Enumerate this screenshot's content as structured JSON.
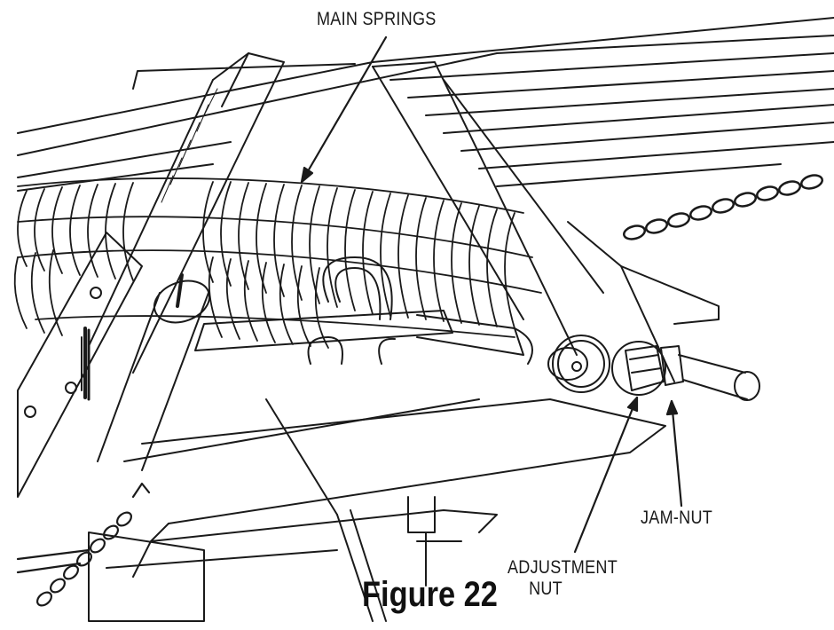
{
  "figure": {
    "caption": "Figure 22",
    "callouts": {
      "main_springs": "MAIN SPRINGS",
      "jam_nut": "JAM-NUT",
      "adjustment_nut_line1": "ADJUSTMENT",
      "adjustment_nut_line2": "NUT"
    }
  },
  "colors": {
    "line": "#1a1a1a",
    "background": "#ffffff"
  }
}
